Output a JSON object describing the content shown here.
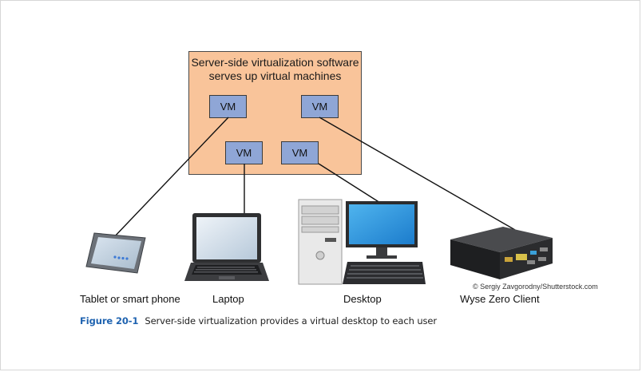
{
  "server": {
    "title": "Server-side virtualization software serves up virtual machines",
    "vm_label": "VM"
  },
  "devices": [
    {
      "label": "Tablet or smart phone",
      "icon": "tablet-icon"
    },
    {
      "label": "Laptop",
      "icon": "laptop-icon"
    },
    {
      "label": "Desktop",
      "icon": "desktop-icon"
    },
    {
      "label": "Wyse Zero Client",
      "icon": "zero-client-icon"
    }
  ],
  "credit": "© Sergiy Zavgorodny/Shutterstock.com",
  "caption": {
    "figure_number": "Figure 20-1",
    "text": "Server-side virtualization provides a virtual desktop to each user"
  },
  "colors": {
    "server_box": "#f9c49a",
    "vm_box": "#8fa6d6",
    "caption_accent": "#1f63b0"
  }
}
